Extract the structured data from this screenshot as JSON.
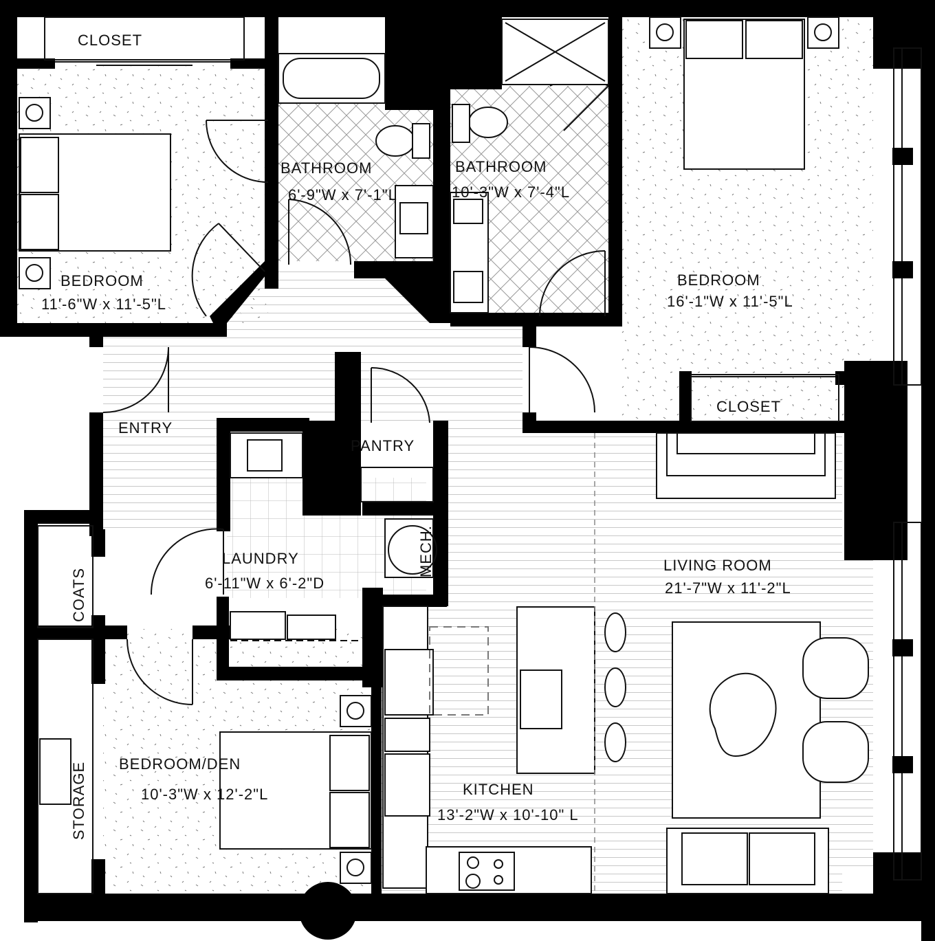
{
  "rooms": {
    "closet_top_left": {
      "name": "CLOSET"
    },
    "bedroom_left": {
      "name": "BEDROOM",
      "dims": "11'-6\"W x 11'-5\"L"
    },
    "bath_small": {
      "name": "BATHROOM",
      "dims": "6'-9\"W x 7'-1\"L"
    },
    "bath_large": {
      "name": "BATHROOM",
      "dims": "10'-3\"W x 7'-4\"L"
    },
    "bedroom_right": {
      "name": "BEDROOM",
      "dims": "16'-1\"W x 11'-5\"L"
    },
    "closet_right": {
      "name": "CLOSET"
    },
    "entry": {
      "name": "ENTRY"
    },
    "pantry": {
      "name": "PANTRY"
    },
    "laundry": {
      "name": "LAUNDRY",
      "dims": "6'-11\"W x 6'-2\"D"
    },
    "mech": {
      "name": "MECH."
    },
    "coats": {
      "name": "COATS"
    },
    "storage": {
      "name": "STORAGE"
    },
    "bedroom_den": {
      "name": "BEDROOM/DEN",
      "dims": "10'-3\"W x 12'-2\"L"
    },
    "kitchen": {
      "name": "KITCHEN",
      "dims": "13'-2\"W x 10'-10\" L"
    },
    "living": {
      "name": "LIVING ROOM",
      "dims": "21'-7\"W x 11'-2\"L"
    }
  }
}
